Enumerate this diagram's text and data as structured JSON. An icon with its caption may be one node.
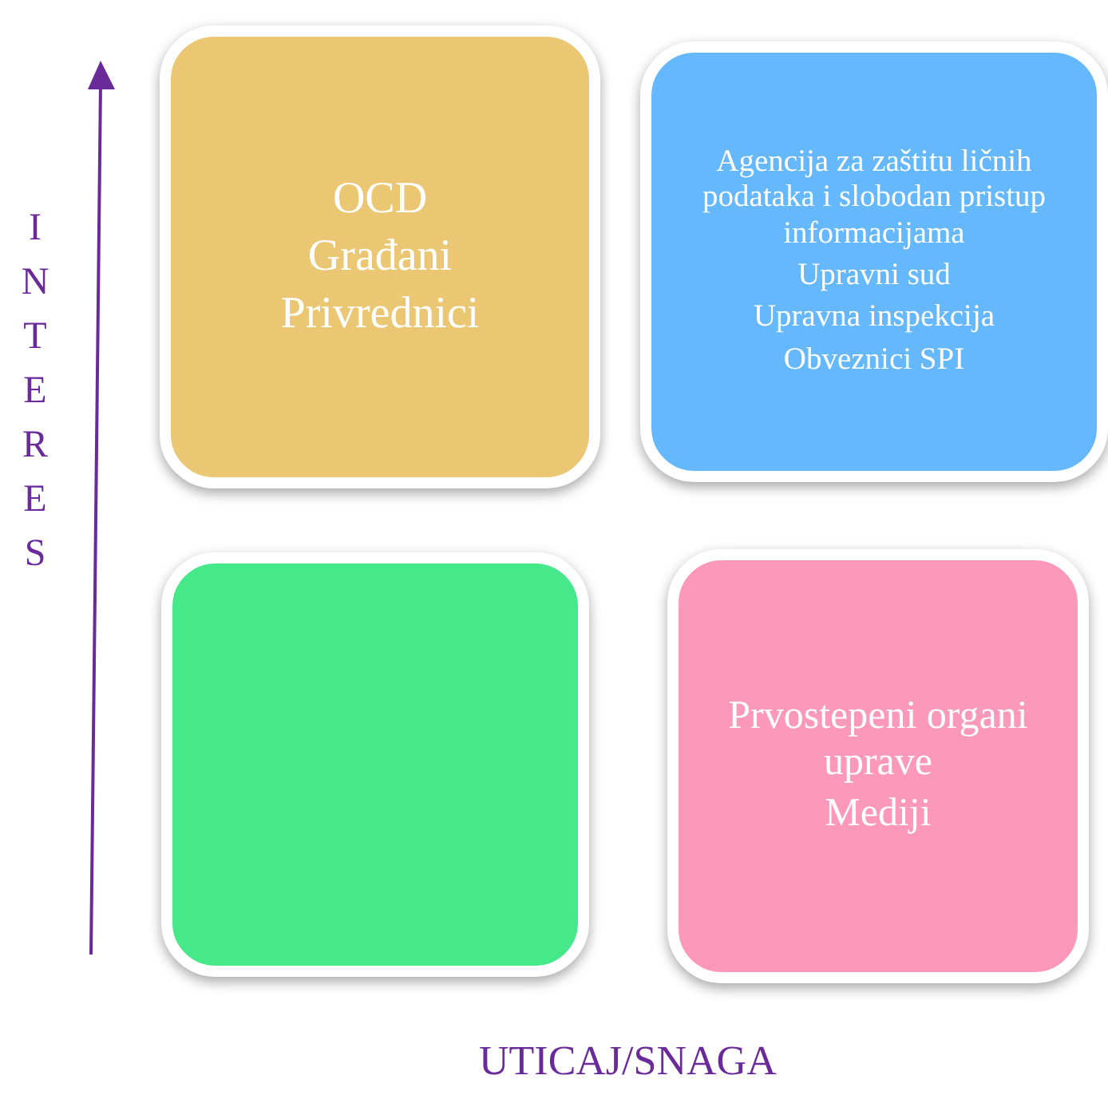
{
  "diagram": {
    "nodes": [
      {
        "text": [
          "OCD",
          "Građani",
          "Privrednici"
        ]
      },
      {
        "text": [
          "Agencija za zaštitu ličnih podataka i slobodan pristup informacijama",
          "Upravni sud",
          "Upravna inspekcija",
          "Obveznici SPI"
        ]
      },
      {
        "text": [],
        "shape": "box"
      },
      {
        "text": [
          "Prvostepeni organi uprave",
          "Mediji"
        ]
      }
    ],
    "edges": [],
    "labels": [
      "INTERES",
      "UTICAJ/SNAGA"
    ]
  }
}
